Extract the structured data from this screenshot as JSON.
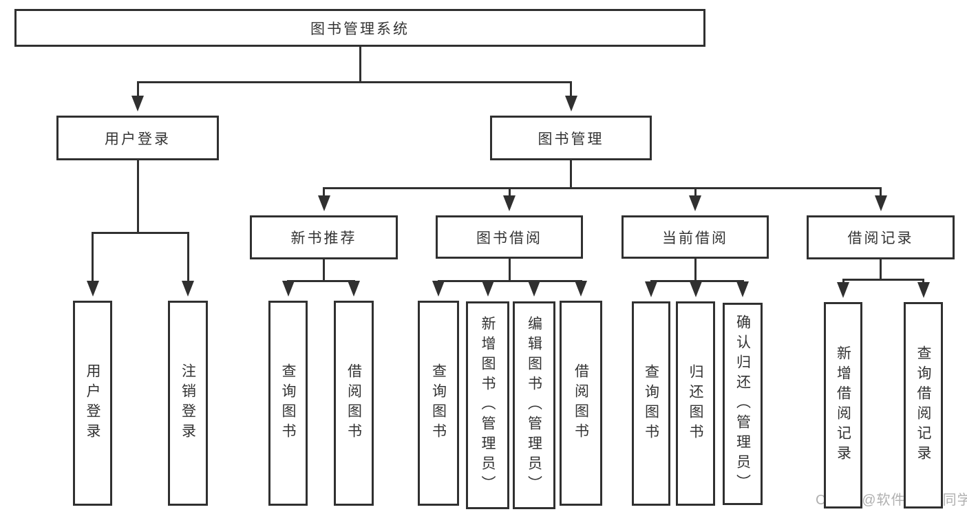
{
  "tree": {
    "label": "图书管理系统",
    "children": [
      {
        "label": "用户登录",
        "children": [
          {
            "label": "用户登录"
          },
          {
            "label": "注销登录"
          }
        ]
      },
      {
        "label": "图书管理",
        "children": [
          {
            "label": "新书推荐",
            "children": [
              {
                "label": "查询图书"
              },
              {
                "label": "借阅图书"
              }
            ]
          },
          {
            "label": "图书借阅",
            "children": [
              {
                "label": "查询图书"
              },
              {
                "label": "新增图书（管理员）"
              },
              {
                "label": "编辑图书（管理员）"
              },
              {
                "label": "借阅图书"
              }
            ]
          },
          {
            "label": "当前借阅",
            "children": [
              {
                "label": "查询图书"
              },
              {
                "label": "归还图书"
              },
              {
                "label": "确认归还（管理员）"
              }
            ]
          },
          {
            "label": "借阅记录",
            "children": [
              {
                "label": "新增借阅记录"
              },
              {
                "label": "查询借阅记录"
              }
            ]
          }
        ]
      }
    ]
  },
  "watermark": {
    "text": "CSDN @软件_小贺同学"
  },
  "colors": {
    "line": "#303030",
    "text": "#333333",
    "watermark": "#b0b0b0",
    "background": "#ffffff"
  }
}
